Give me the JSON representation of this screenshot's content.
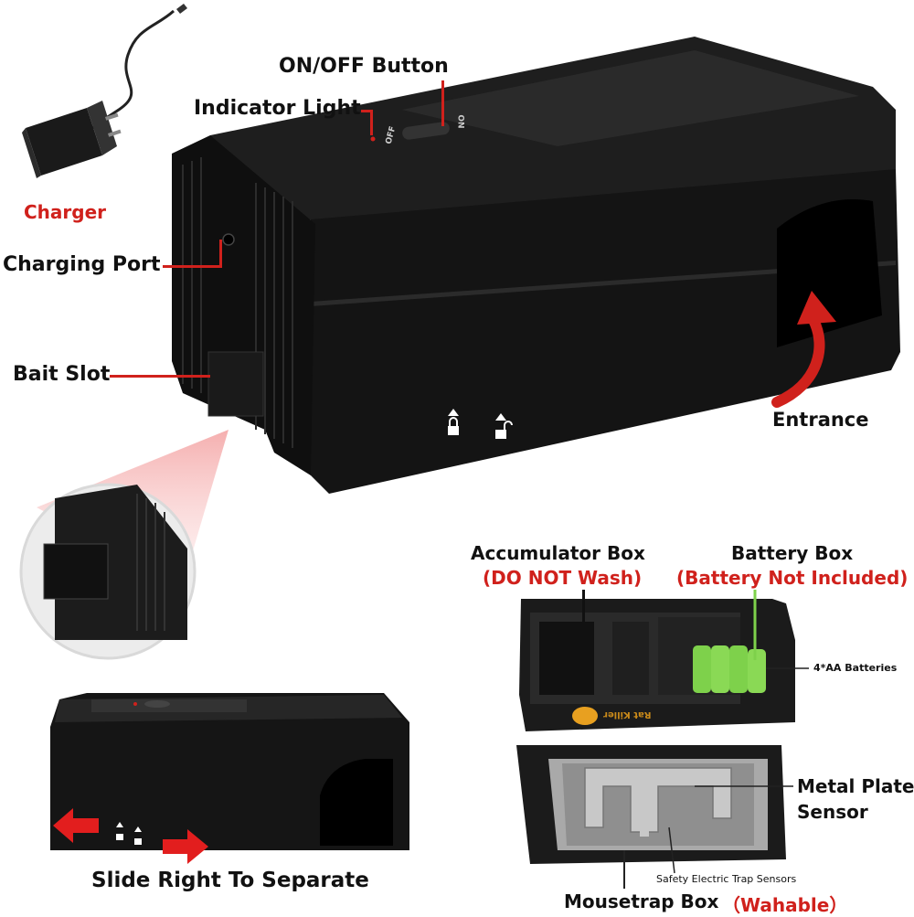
{
  "labels": {
    "charger": "Charger",
    "on_off": "ON/OFF Button",
    "indicator": "Indicator Light",
    "charging_port": "Charging Port",
    "bait_slot": "Bait Slot",
    "entrance": "Entrance",
    "accumulator_box": "Accumulator Box",
    "accumulator_note": "(DO NOT Wash)",
    "battery_box": "Battery Box",
    "battery_note": "(Battery Not Included)",
    "batteries": "4*AA Batteries",
    "metal_plate_line1": "Metal Plate",
    "metal_plate_line2": "Sensor",
    "trap_sensors": "Safety Electric Trap Sensors",
    "mousetrap_box": "Mousetrap Box",
    "mousetrap_note": "（Wahable）",
    "slide": "Slide Right To Separate"
  },
  "switch_marks": {
    "off": "OFF",
    "on": "ON"
  },
  "logo_text": "Rat Killer",
  "colors": {
    "accent_red": "#d0211c",
    "body_black": "#151515",
    "battery_green": "#7ed14b"
  }
}
